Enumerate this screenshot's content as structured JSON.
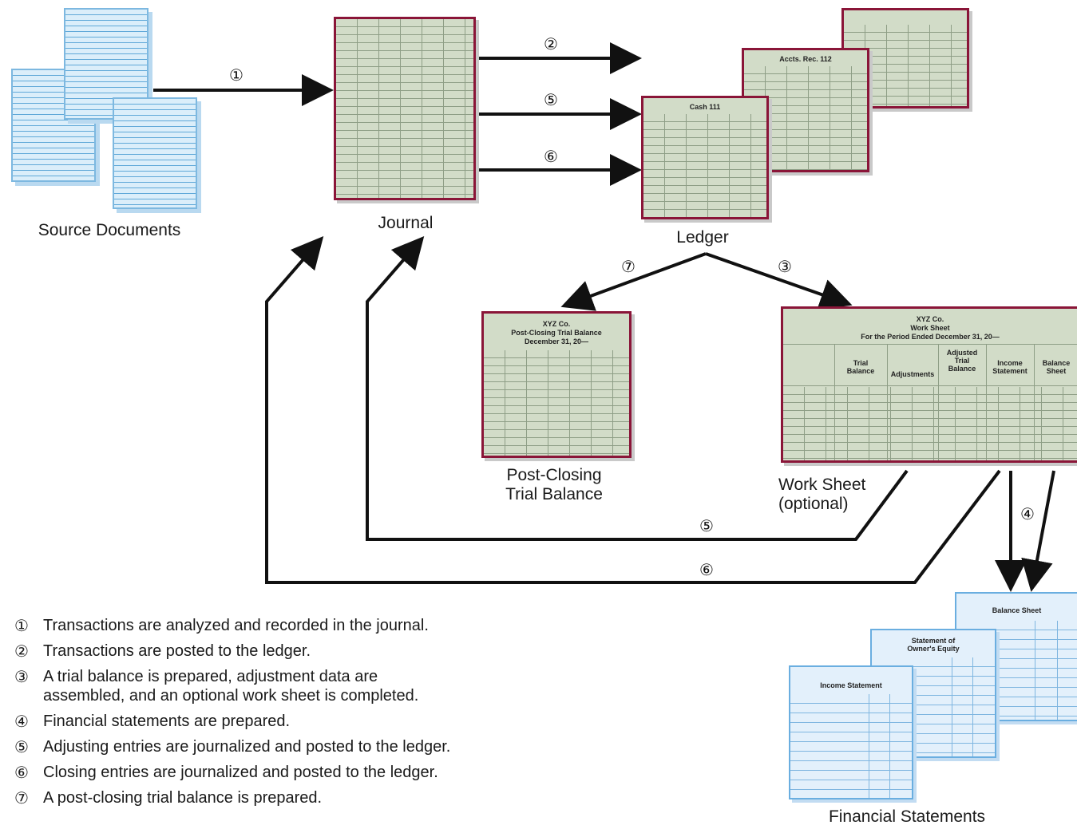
{
  "labels": {
    "source_documents": "Source Documents",
    "journal": "Journal",
    "ledger": "Ledger",
    "post_closing": "Post-Closing\nTrial Balance",
    "work_sheet": "Work Sheet\n(optional)",
    "financial_statements": "Financial Statements"
  },
  "ledger_accounts": {
    "cash": "Cash 111",
    "accts_rec": "Accts. Rec. 112"
  },
  "post_closing_sheet": {
    "company": "XYZ Co.",
    "title": "Post-Closing Trial Balance",
    "date": "December 31, 20—"
  },
  "work_sheet": {
    "company": "XYZ Co.",
    "title": "Work Sheet",
    "period": "For the Period Ended December 31, 20—",
    "columns": [
      "Trial\nBalance",
      "Adjustments",
      "Adjusted\nTrial\nBalance",
      "Income\nStatement",
      "Balance\nSheet"
    ]
  },
  "statements": {
    "balance_sheet": "Balance Sheet",
    "owners_equity": "Statement of\nOwner's Equity",
    "income_statement": "Income Statement"
  },
  "steps": {
    "s1": "①",
    "s2": "②",
    "s3": "③",
    "s4": "④",
    "s5": "⑤",
    "s6": "⑥",
    "s7": "⑦"
  },
  "legend": [
    {
      "num": "①",
      "text": "Transactions are analyzed and recorded in the journal."
    },
    {
      "num": "②",
      "text": "Transactions are posted to the ledger."
    },
    {
      "num": "③",
      "text": "A trial balance is prepared, adjustment data are\n assembled, and an optional work sheet is completed."
    },
    {
      "num": "④",
      "text": "Financial statements are prepared."
    },
    {
      "num": "⑤",
      "text": "Adjusting entries are journalized and posted to the ledger."
    },
    {
      "num": "⑥",
      "text": "Closing entries are journalized and posted to the ledger."
    },
    {
      "num": "⑦",
      "text": "A post-closing trial balance is prepared."
    }
  ]
}
